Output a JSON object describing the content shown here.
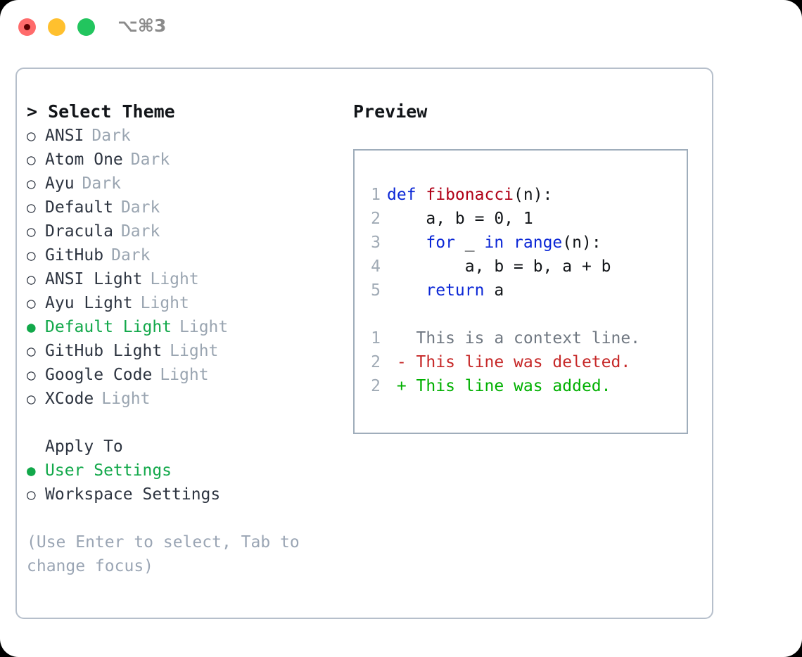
{
  "titlebar": {
    "shortcut": "⌥⌘3",
    "lights": [
      {
        "name": "close",
        "color": "#ff6b6b"
      },
      {
        "name": "minimize",
        "color": "#ffc02e"
      },
      {
        "name": "maximize",
        "color": "#22c55e"
      }
    ]
  },
  "theme_picker": {
    "heading": "> Select Theme",
    "items": [
      {
        "marker": "○",
        "name": "ANSI",
        "tag": "Dark",
        "selected": false
      },
      {
        "marker": "○",
        "name": "Atom One",
        "tag": "Dark",
        "selected": false
      },
      {
        "marker": "○",
        "name": "Ayu",
        "tag": "Dark",
        "selected": false
      },
      {
        "marker": "○",
        "name": "Default",
        "tag": "Dark",
        "selected": false
      },
      {
        "marker": "○",
        "name": "Dracula",
        "tag": "Dark",
        "selected": false
      },
      {
        "marker": "○",
        "name": "GitHub",
        "tag": "Dark",
        "selected": false
      },
      {
        "marker": "○",
        "name": "ANSI Light",
        "tag": "Light",
        "selected": false
      },
      {
        "marker": "○",
        "name": "Ayu Light",
        "tag": "Light",
        "selected": false
      },
      {
        "marker": "●",
        "name": "Default Light",
        "tag": "Light",
        "selected": true
      },
      {
        "marker": "○",
        "name": "GitHub Light",
        "tag": "Light",
        "selected": false
      },
      {
        "marker": "○",
        "name": "Google Code",
        "tag": "Light",
        "selected": false
      },
      {
        "marker": "○",
        "name": "XCode",
        "tag": "Light",
        "selected": false
      }
    ]
  },
  "apply_to": {
    "heading": "Apply To",
    "items": [
      {
        "marker": "●",
        "name": "User Settings",
        "selected": true
      },
      {
        "marker": "○",
        "name": "Workspace Settings",
        "selected": false
      }
    ]
  },
  "help": "(Use Enter to select, Tab to change focus)",
  "preview": {
    "heading": "Preview",
    "code_lines": [
      {
        "num": "1",
        "tokens": [
          {
            "t": "def ",
            "c": "kw"
          },
          {
            "t": "fibonacci",
            "c": "fn"
          },
          {
            "t": "(n):",
            "c": "plain"
          }
        ]
      },
      {
        "num": "2",
        "tokens": [
          {
            "t": "    a, b = 0, 1",
            "c": "plain"
          }
        ]
      },
      {
        "num": "3",
        "tokens": [
          {
            "t": "    ",
            "c": "plain"
          },
          {
            "t": "for",
            "c": "kw"
          },
          {
            "t": " _ ",
            "c": "plain"
          },
          {
            "t": "in",
            "c": "kw"
          },
          {
            "t": " ",
            "c": "plain"
          },
          {
            "t": "range",
            "c": "kw"
          },
          {
            "t": "(n):",
            "c": "plain"
          }
        ]
      },
      {
        "num": "4",
        "tokens": [
          {
            "t": "        a, b = b, a + b",
            "c": "plain"
          }
        ]
      },
      {
        "num": "5",
        "tokens": [
          {
            "t": "    ",
            "c": "plain"
          },
          {
            "t": "return",
            "c": "kw"
          },
          {
            "t": " a",
            "c": "plain"
          }
        ]
      }
    ],
    "diff_lines": [
      {
        "num": "1",
        "text": "   This is a context line.",
        "kind": "ctx"
      },
      {
        "num": "2",
        "text": " - This line was deleted.",
        "kind": "del"
      },
      {
        "num": "2",
        "text": " + This line was added.",
        "kind": "add"
      }
    ]
  }
}
